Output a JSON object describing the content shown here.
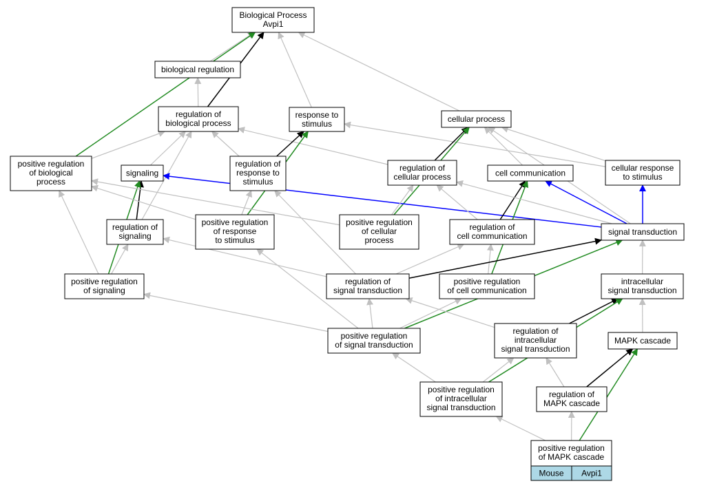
{
  "colors": {
    "is_a": "#c0c0c0",
    "regulates": "#000000",
    "positively_regulates": "#228b22",
    "part_of_chain": "#0000ff",
    "legend_fill": "#add8e6"
  },
  "nodes": {
    "bp": [
      "Biological Process",
      "Avpi1"
    ],
    "bioreg": [
      "biological regulation"
    ],
    "regbp": [
      "regulation of",
      "biological process"
    ],
    "resp": [
      "response to",
      "stimulus"
    ],
    "cellproc": [
      "cellular process"
    ],
    "posbio": [
      "positive regulation",
      "of biological",
      "process"
    ],
    "signaling": [
      "signaling"
    ],
    "regresp": [
      "regulation of",
      "response to",
      "stimulus"
    ],
    "regcell": [
      "regulation of",
      "cellular process"
    ],
    "cellcomm": [
      "cell communication"
    ],
    "cellresp": [
      "cellular response",
      "to stimulus"
    ],
    "regsig": [
      "regulation of",
      "signaling"
    ],
    "posresp": [
      "positive regulation",
      "of response",
      "to stimulus"
    ],
    "poscell": [
      "positive regulation",
      "of cellular",
      "process"
    ],
    "regcomm": [
      "regulation of",
      "cell communication"
    ],
    "sigtrans": [
      "signal transduction"
    ],
    "possig": [
      "positive regulation",
      "of signaling"
    ],
    "regst": [
      "regulation of",
      "signal transduction"
    ],
    "poscomm": [
      "positive regulation",
      "of cell communication"
    ],
    "intra": [
      "intracellular",
      "signal transduction"
    ],
    "posst": [
      "positive regulation",
      "of signal transduction"
    ],
    "regintra": [
      "regulation of",
      "intracellular",
      "signal transduction"
    ],
    "mapk": [
      "MAPK cascade"
    ],
    "posintra": [
      "positive regulation",
      "of intracellular",
      "signal transduction"
    ],
    "regmapk": [
      "regulation of",
      "MAPK cascade"
    ],
    "posmapk": [
      "positive regulation",
      "of MAPK cascade"
    ]
  },
  "legend": {
    "species": "Mouse",
    "gene": "Avpi1"
  },
  "edges": [
    {
      "from": "bioreg",
      "to": "bp",
      "type": "is_a"
    },
    {
      "from": "regbp",
      "to": "bp",
      "type": "regulates"
    },
    {
      "from": "resp",
      "to": "bp",
      "type": "is_a"
    },
    {
      "from": "cellproc",
      "to": "bp",
      "type": "is_a"
    },
    {
      "from": "posbio",
      "to": "bp",
      "type": "positively_regulates"
    },
    {
      "from": "regbp",
      "to": "bioreg",
      "type": "is_a"
    },
    {
      "from": "posbio",
      "to": "regbp",
      "type": "is_a"
    },
    {
      "from": "signaling",
      "to": "regbp",
      "type": "is_a"
    },
    {
      "from": "regresp",
      "to": "regbp",
      "type": "is_a"
    },
    {
      "from": "regcell",
      "to": "regbp",
      "type": "is_a"
    },
    {
      "from": "regsig",
      "to": "regbp",
      "type": "is_a"
    },
    {
      "from": "regresp",
      "to": "resp",
      "type": "regulates"
    },
    {
      "from": "posresp",
      "to": "resp",
      "type": "positively_regulates"
    },
    {
      "from": "cellresp",
      "to": "resp",
      "type": "is_a"
    },
    {
      "from": "regcell",
      "to": "cellproc",
      "type": "regulates"
    },
    {
      "from": "cellcomm",
      "to": "cellproc",
      "type": "is_a"
    },
    {
      "from": "poscell",
      "to": "cellproc",
      "type": "positively_regulates"
    },
    {
      "from": "cellresp",
      "to": "cellproc",
      "type": "is_a"
    },
    {
      "from": "sigtrans",
      "to": "cellproc",
      "type": "is_a"
    },
    {
      "from": "regsig",
      "to": "signaling",
      "type": "regulates"
    },
    {
      "from": "possig",
      "to": "signaling",
      "type": "positively_regulates"
    },
    {
      "from": "sigtrans",
      "to": "signaling",
      "type": "part_of_chain"
    },
    {
      "from": "regcomm",
      "to": "cellcomm",
      "type": "regulates"
    },
    {
      "from": "poscomm",
      "to": "cellcomm",
      "type": "positively_regulates"
    },
    {
      "from": "sigtrans",
      "to": "cellcomm",
      "type": "part_of_chain"
    },
    {
      "from": "sigtrans",
      "to": "cellresp",
      "type": "part_of_chain"
    },
    {
      "from": "possig",
      "to": "posbio",
      "type": "is_a"
    },
    {
      "from": "posresp",
      "to": "posbio",
      "type": "is_a"
    },
    {
      "from": "poscell",
      "to": "posbio",
      "type": "is_a"
    },
    {
      "from": "posresp",
      "to": "regresp",
      "type": "is_a"
    },
    {
      "from": "regst",
      "to": "regresp",
      "type": "is_a"
    },
    {
      "from": "poscell",
      "to": "regcell",
      "type": "is_a"
    },
    {
      "from": "regcomm",
      "to": "regcell",
      "type": "is_a"
    },
    {
      "from": "sigtrans",
      "to": "regcell",
      "type": "is_a"
    },
    {
      "from": "possig",
      "to": "regsig",
      "type": "is_a"
    },
    {
      "from": "regst",
      "to": "regsig",
      "type": "is_a"
    },
    {
      "from": "regst",
      "to": "regcomm",
      "type": "is_a"
    },
    {
      "from": "poscomm",
      "to": "regcomm",
      "type": "is_a"
    },
    {
      "from": "regst",
      "to": "sigtrans",
      "type": "regulates"
    },
    {
      "from": "posst",
      "to": "sigtrans",
      "type": "positively_regulates"
    },
    {
      "from": "intra",
      "to": "sigtrans",
      "type": "is_a"
    },
    {
      "from": "posst",
      "to": "possig",
      "type": "is_a"
    },
    {
      "from": "posst",
      "to": "regst",
      "type": "is_a"
    },
    {
      "from": "regintra",
      "to": "regst",
      "type": "is_a"
    },
    {
      "from": "posst",
      "to": "poscomm",
      "type": "is_a"
    },
    {
      "from": "regintra",
      "to": "intra",
      "type": "regulates"
    },
    {
      "from": "posintra",
      "to": "intra",
      "type": "positively_regulates"
    },
    {
      "from": "mapk",
      "to": "intra",
      "type": "is_a"
    },
    {
      "from": "posst",
      "to": "posresp",
      "type": "is_a"
    },
    {
      "from": "posintra",
      "to": "posst",
      "type": "is_a"
    },
    {
      "from": "posintra",
      "to": "regintra",
      "type": "is_a"
    },
    {
      "from": "regmapk",
      "to": "regintra",
      "type": "is_a"
    },
    {
      "from": "regmapk",
      "to": "mapk",
      "type": "regulates"
    },
    {
      "from": "posmapk",
      "to": "mapk",
      "type": "positively_regulates"
    },
    {
      "from": "posmapk",
      "to": "posintra",
      "type": "is_a"
    },
    {
      "from": "posmapk",
      "to": "regmapk",
      "type": "is_a"
    }
  ]
}
